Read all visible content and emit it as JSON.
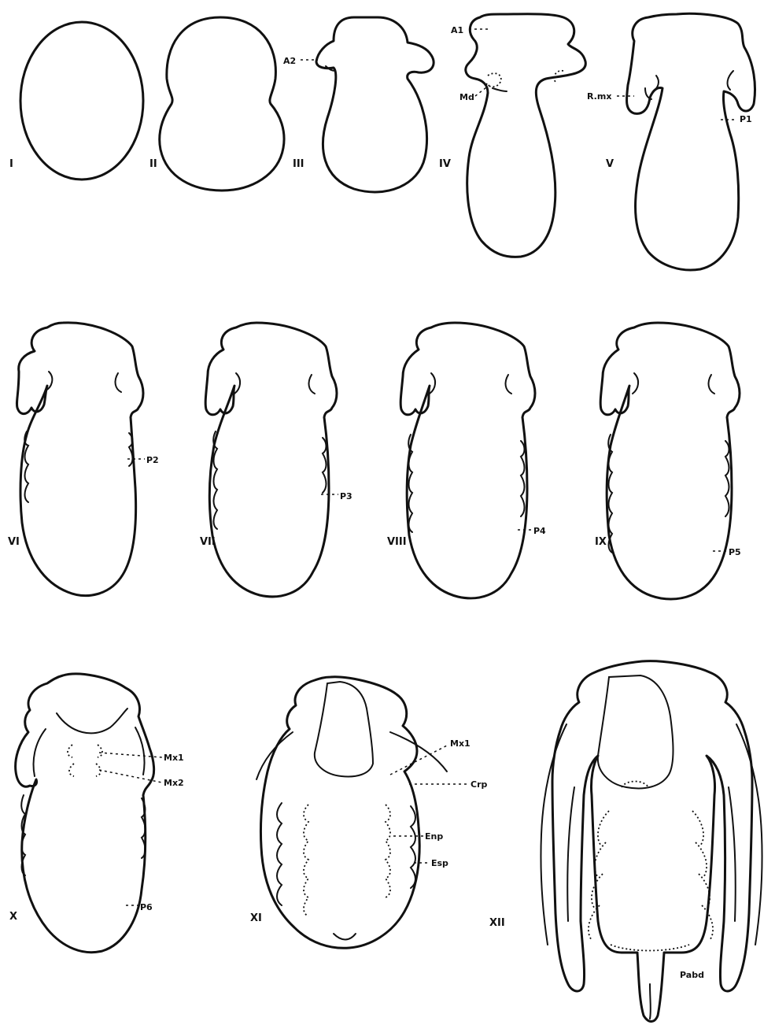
{
  "stages": [
    {
      "numeral": "I"
    },
    {
      "numeral": "II"
    },
    {
      "numeral": "III",
      "labels": [
        "A2"
      ]
    },
    {
      "numeral": "IV",
      "labels": [
        "A1",
        "Md"
      ]
    },
    {
      "numeral": "V",
      "labels": [
        "R.mx",
        "P1"
      ]
    },
    {
      "numeral": "VI",
      "labels": [
        "P2"
      ]
    },
    {
      "numeral": "VII",
      "labels": [
        "P3"
      ]
    },
    {
      "numeral": "VIII",
      "labels": [
        "P4"
      ]
    },
    {
      "numeral": "IX",
      "labels": [
        "P5"
      ]
    },
    {
      "numeral": "X",
      "labels": [
        "Mx1",
        "Mx2",
        "P6"
      ]
    },
    {
      "numeral": "XI",
      "labels": [
        "Mx1",
        "Crp",
        "Enp",
        "Esp"
      ]
    },
    {
      "numeral": "XII",
      "labels": [
        "Pabd"
      ]
    }
  ]
}
